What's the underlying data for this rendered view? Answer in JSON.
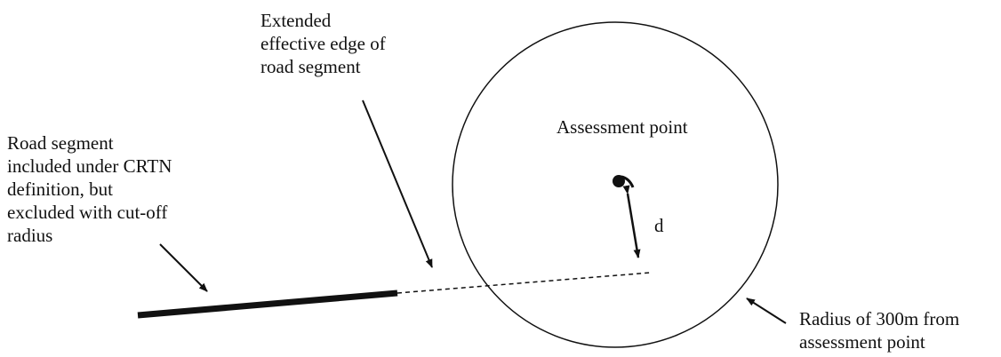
{
  "labels": {
    "road_segment": [
      "Road segment",
      "included under CRTN",
      "definition, but",
      "excluded with cut-off",
      "radius"
    ],
    "extended_edge": [
      "Extended",
      "effective edge of",
      "road segment"
    ],
    "assessment_point": "Assessment point",
    "distance": "d",
    "radius": [
      "Radius of 300m from",
      "assessment point"
    ]
  },
  "colors": {
    "ink": "#111111",
    "background": "#ffffff"
  }
}
